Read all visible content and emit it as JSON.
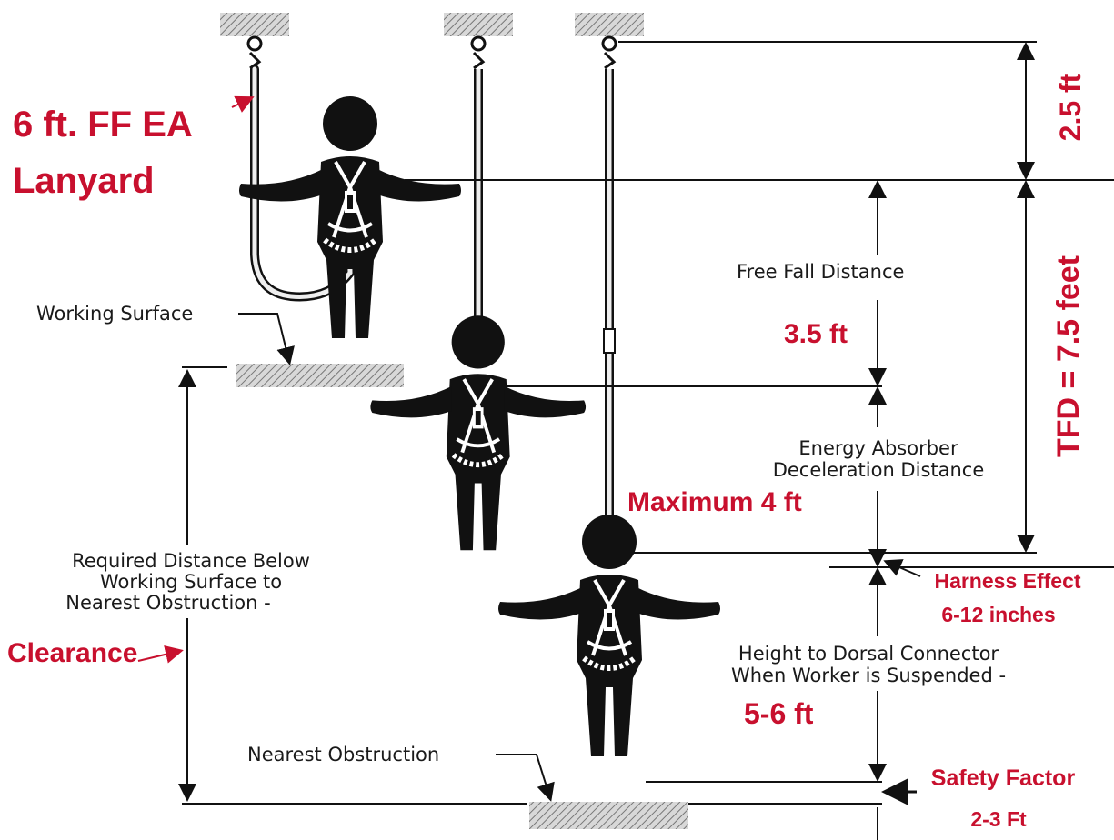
{
  "labels": {
    "lanyard_line1": "6 ft. FF EA",
    "lanyard_line2": "Lanyard",
    "working_surface": "Working Surface",
    "free_fall_distance": "Free Fall Distance",
    "free_fall_value": "3.5 ft",
    "energy_absorber_line1": "Energy Absorber",
    "energy_absorber_line2": "Deceleration Distance",
    "decel_max": "Maximum 4 ft",
    "top_distance": "2.5 ft",
    "tfd": "TFD = 7.5 feet",
    "harness_effect_line1": "Harness Effect",
    "harness_effect_line2": "6-12 inches",
    "required_line1": "Required Distance Below",
    "required_line2": "Working Surface to",
    "required_line3": "Nearest Obstruction -",
    "clearance": "Clearance",
    "dorsal_line1": "Height to Dorsal Connector",
    "dorsal_line2": "When Worker is Suspended -",
    "dorsal_value": "5-6 ft",
    "nearest_obstruction": "Nearest Obstruction",
    "safety_factor_line1": "Safety Factor",
    "safety_factor_line2": "2-3 Ft"
  },
  "colors": {
    "annotation_red": "#c8102e",
    "line_black": "#111111",
    "hatch_gray": "#888888"
  }
}
